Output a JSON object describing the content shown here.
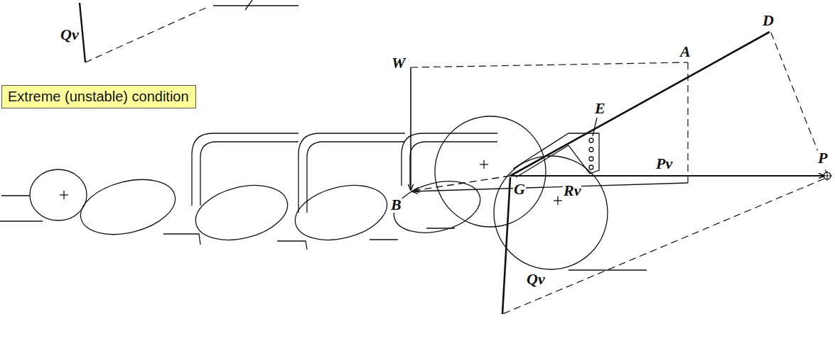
{
  "diagram": {
    "nodes": [
      {
        "text": [
          "Extreme (unstable) condition"
        ]
      }
    ],
    "labels": [
      "Qv",
      "W",
      "A",
      "D",
      "E",
      "Pv",
      "P",
      "G",
      "Rv",
      "B",
      "Qv"
    ]
  }
}
